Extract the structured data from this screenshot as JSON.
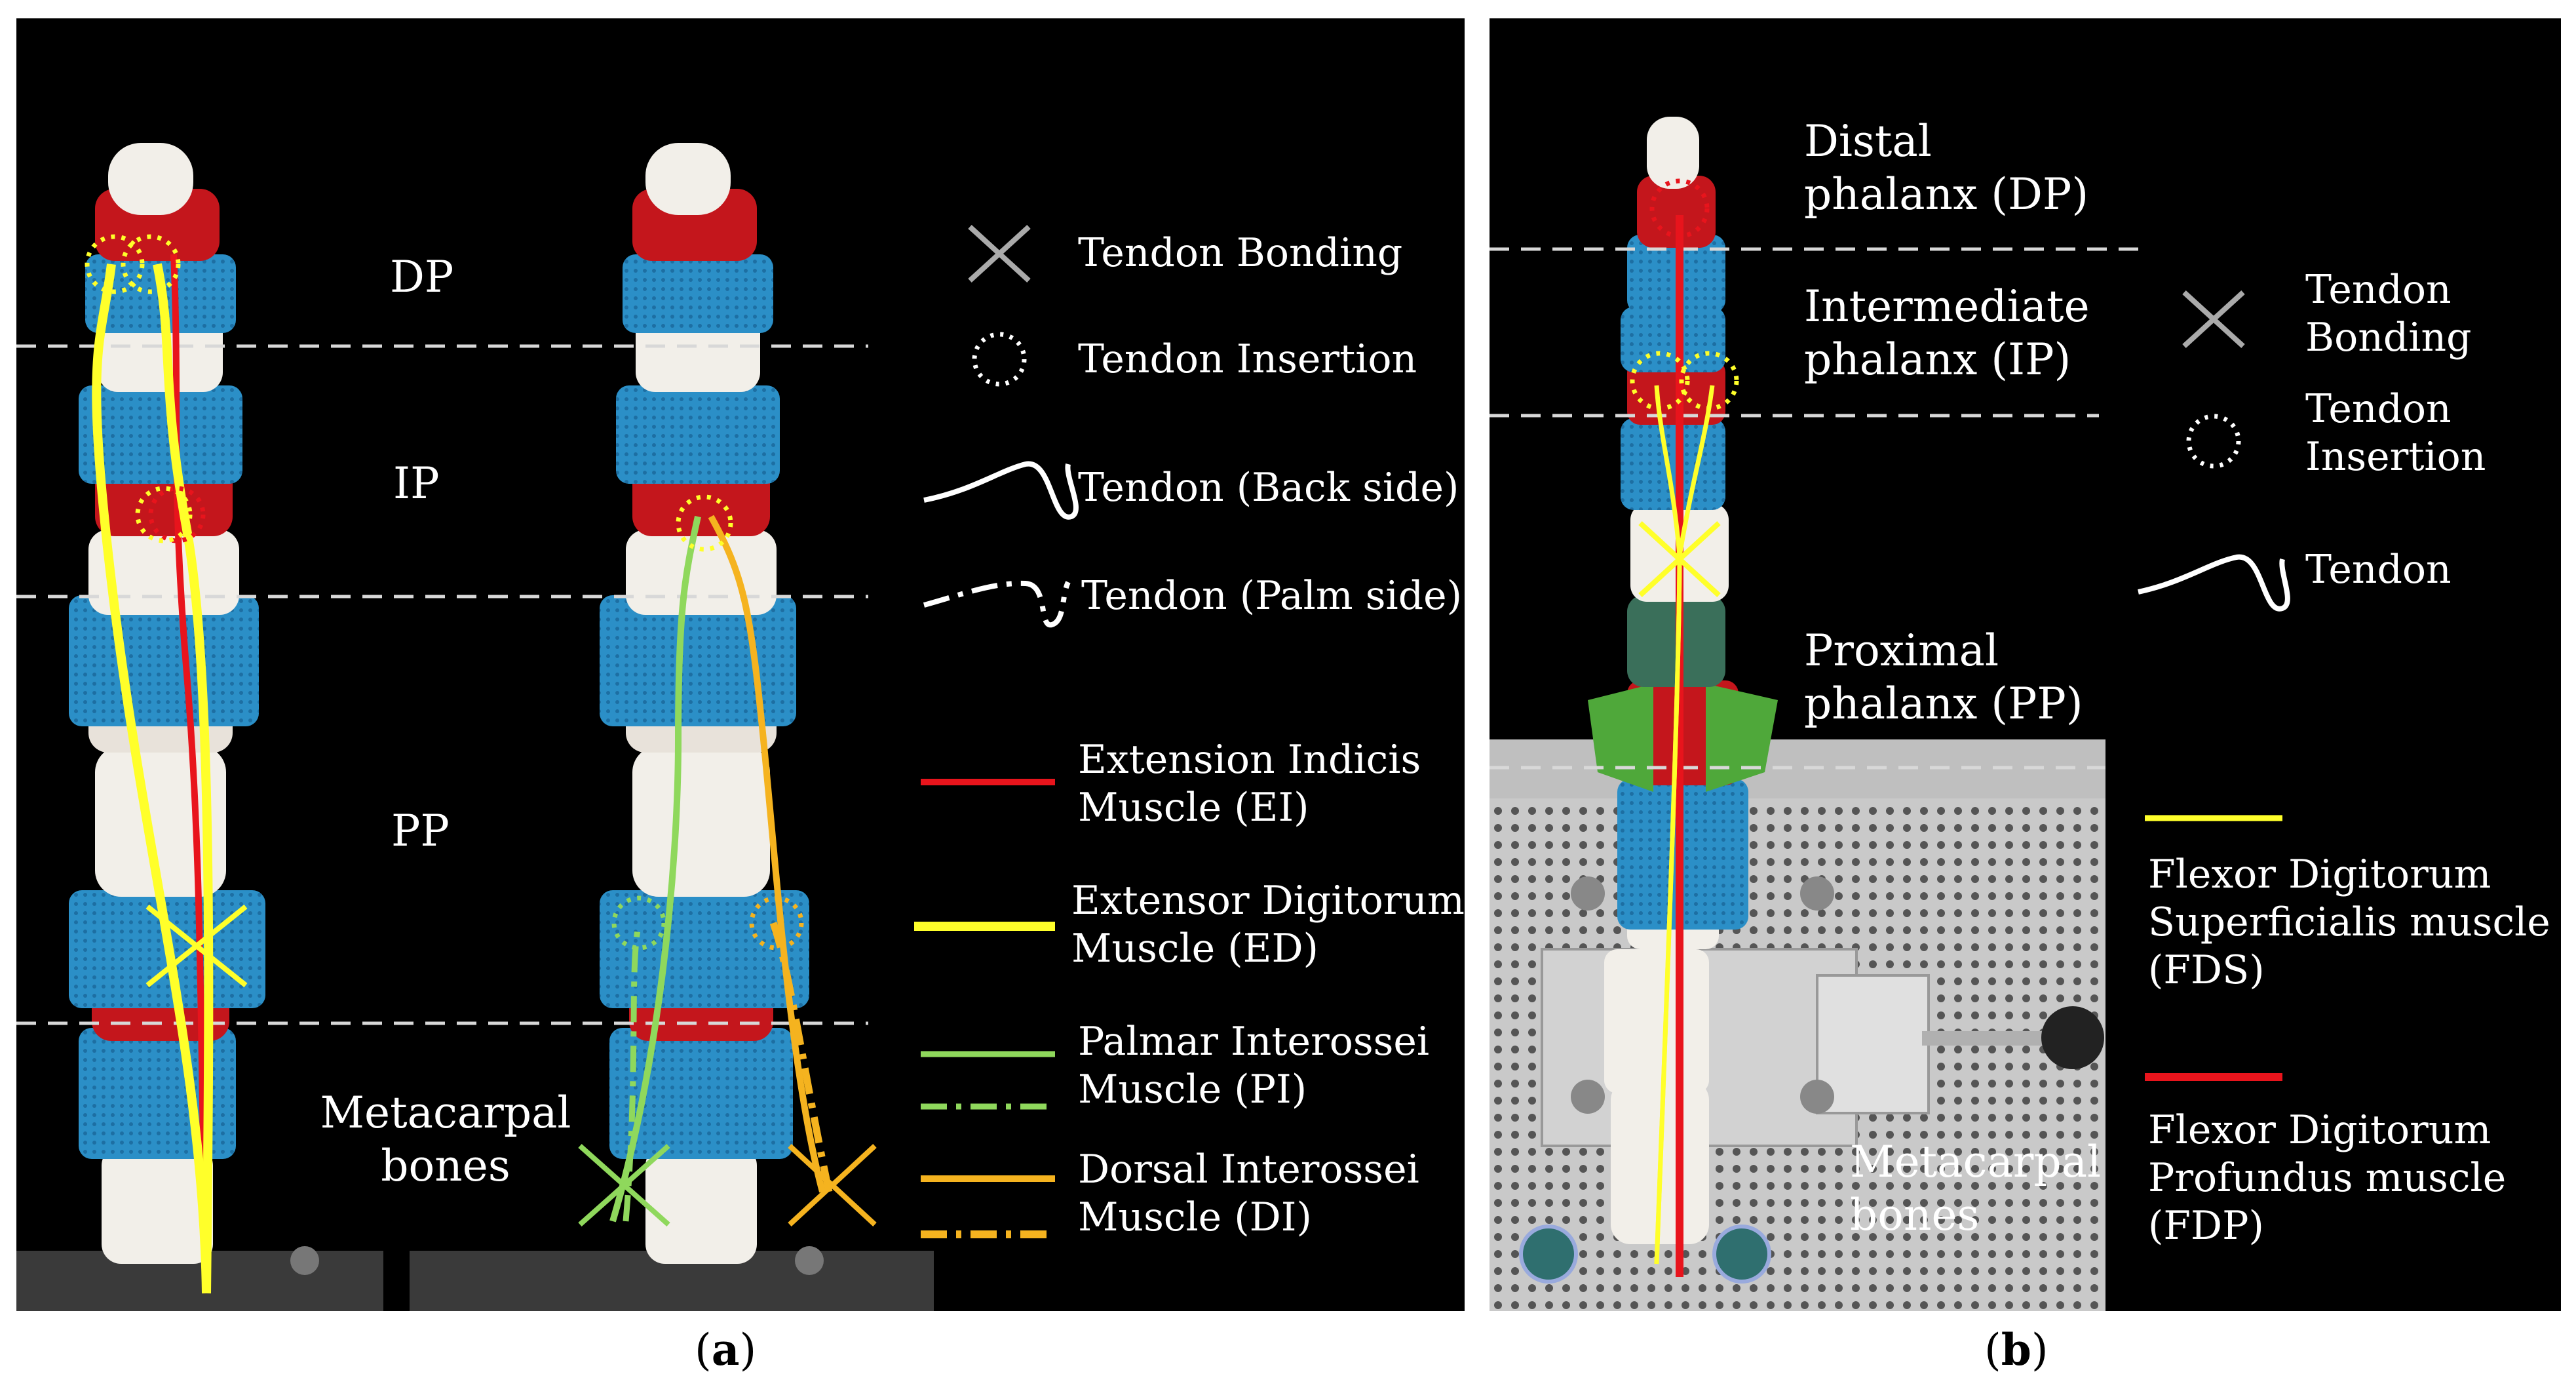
{
  "panel_a": {
    "caption_letter": "a",
    "zones": {
      "dp": "DP",
      "ip": "IP",
      "pp": "PP",
      "metacarpal_line1": "Metacarpal",
      "metacarpal_line2": "bones"
    },
    "legend": {
      "bonding": "Tendon Bonding",
      "insertion": "Tendon Insertion",
      "back": "Tendon (Back side)",
      "palm": "Tendon (Palm side)",
      "ei_line1": "Extension Indicis",
      "ei_line2": "Muscle (EI)",
      "ed_line1": "Extensor Digitorum",
      "ed_line2": "Muscle (ED)",
      "pi_line1": "Palmar Interossei",
      "pi_line2": "Muscle (PI)",
      "di_line1": "Dorsal Interossei",
      "di_line2": "Muscle (DI)"
    }
  },
  "panel_b": {
    "caption_letter": "b",
    "zones": {
      "dp_line1": "Distal",
      "dp_line2": "phalanx  (DP)",
      "ip_line1": "Intermediate",
      "ip_line2": "phalanx  (IP)",
      "pp_line1": "Proximal",
      "pp_line2": "phalanx  (PP)",
      "metacarpal_line1": "Metacarpal",
      "metacarpal_line2": "bones"
    },
    "legend": {
      "bonding_line1": "Tendon",
      "bonding_line2": "Bonding",
      "insertion_line1": "Tendon",
      "insertion_line2": "Insertion",
      "tendon": "Tendon",
      "fds_line1": "Flexor Digitorum",
      "fds_line2": "Superficialis muscle",
      "fds_line3": "(FDS)",
      "fdp_line1": "Flexor Digitorum",
      "fdp_line2": "Profundus muscle",
      "fdp_line3": "(FDP)"
    }
  },
  "colors": {
    "background": "#000000",
    "ei": "#e8141c",
    "ed": "#ffff2a",
    "pi": "#8fd85c",
    "di": "#f5b31f",
    "fds": "#ffff2a",
    "fdp": "#e8141c",
    "mesh": "#2b8fc7",
    "bone": "#f2efe9",
    "muscle_red": "#c4161c",
    "dashed_line": "#d8d8d8"
  }
}
